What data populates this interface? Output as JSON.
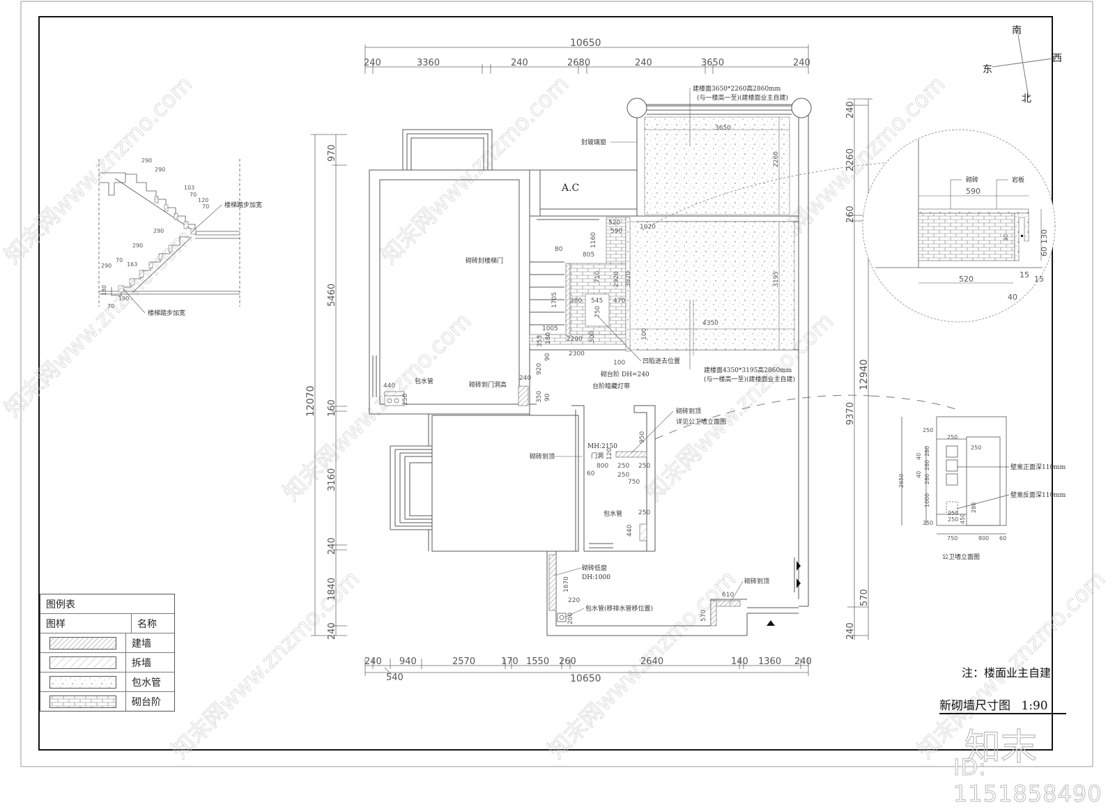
{
  "drawing": {
    "title": "新砌墙尺寸图",
    "scale": "1:90",
    "note": "注：楼面业主自建",
    "watermark_id": "ID: 1151858490",
    "watermark_brand": "知末",
    "watermark_site": "znzmo.com"
  },
  "compass": {
    "south": "南",
    "west": "西",
    "east": "东",
    "north": "北"
  },
  "dimensions": {
    "top_total": "10650",
    "top_segments": [
      "240",
      "3360",
      "240",
      "2680",
      "240",
      "3650",
      "240"
    ],
    "bottom_total": "10650",
    "bottom_segments": [
      "240",
      "940",
      "2570",
      "170",
      "1550",
      "260",
      "2640",
      "140",
      "1360",
      "240"
    ],
    "bottom_extra": "540",
    "left_total": "12070",
    "left_segments": [
      "970",
      "5460",
      "160",
      "3160",
      "240",
      "1840",
      "240"
    ],
    "right_total": "12940",
    "right_segments": [
      "240",
      "2260",
      "260",
      "9370",
      "570",
      "240"
    ]
  },
  "plan_labels": {
    "ac": "A.C",
    "sealed_glass_window": "封玻璃窗",
    "floor_build_1_line1": "建楼面3650*2260高2860mm",
    "floor_build_1_line2": "(与一楼高一至)(建楼面业主自建)",
    "floor_build_2_line1": "建楼面4350*3195高2860mm",
    "floor_build_2_line2": "(与一楼高一至)(建楼面业主自建)",
    "brick_seal_stair_door": "砌砖封楼梯门",
    "recess_position": "凹陷进去位置",
    "brick_step": "砌台阶 DH=240",
    "step_hidden_light": "台阶暗藏灯带",
    "water_pipe_1": "包水管",
    "brick_to_door_height": "砌砖到门洞高",
    "brick_to_top_1": "砌砖到顶",
    "see_bath_elevation": "详见公卫墙立面图",
    "door_opening": "门洞",
    "mh": "MH:2150",
    "brick_to_top_2": "砌砖到顶",
    "water_pipe_2": "包水管",
    "brick_low_window": "砌砖低窗",
    "dh_1000": "DH:1000",
    "water_pipe_moved": "包水管(移排水管移位置)",
    "brick_to_top_3": "砌砖到顶",
    "dims": {
      "d3650": "3650",
      "d2260": "2260",
      "d520": "520",
      "d590": "590",
      "d1020": "1020",
      "d1160": "1160",
      "d80": "80",
      "d805": "805",
      "d710": "710",
      "d2920": "2920",
      "d3020": "3020",
      "d3195": "3195",
      "d1705": "1705",
      "d380": "380",
      "d545": "545",
      "d470": "470",
      "d750": "750",
      "d1005": "1005",
      "d2200": "2200",
      "d300": "300",
      "d355": "355",
      "d180": "180",
      "d2300": "2300",
      "d100a": "100",
      "d100b": "100",
      "d90a": "90",
      "d920": "920",
      "d240": "240",
      "d350": "350",
      "d90b": "90",
      "d4350": "4350",
      "d440a": "440",
      "d250a": "250",
      "d950": "950",
      "d120": "120",
      "d800": "800",
      "d250b": "250",
      "d250c": "250",
      "d250d": "250",
      "d750b": "750",
      "d60": "60",
      "d250e": "250",
      "d440b": "440",
      "d1670": "1670",
      "d220": "220",
      "d200": "200",
      "d610": "610",
      "d570": "570"
    }
  },
  "stair_detail": {
    "label_top": "楼梯踏步加宽",
    "label_bottom": "楼梯踏步加宽",
    "dims": [
      "290",
      "290",
      "103",
      "70",
      "120",
      "70",
      "290",
      "290",
      "290",
      "70",
      "163",
      "180",
      "190",
      "70"
    ]
  },
  "counter_detail": {
    "brick_label": "砌砖",
    "slab_label": "岩板",
    "dims": {
      "w590": "590",
      "h130": "130",
      "h60": "60",
      "w520": "520",
      "w15a": "15",
      "w15b": "15",
      "w40": "40",
      "s30": "30"
    }
  },
  "bath_elevation": {
    "title": "公卫墙立面图",
    "niche_front": "壁龛正面深110mm",
    "niche_back": "壁龛反面深110mm",
    "dims": {
      "h2650": "2650",
      "t250a": "250",
      "t250b": "250",
      "t250c": "250",
      "h280a": "280",
      "h40a": "40",
      "h280b": "280",
      "h40b": "40",
      "h280c": "280",
      "h1000": "1000",
      "b250a": "250",
      "b250b": "250",
      "b250c": "250",
      "h280d": "280",
      "h450": "450",
      "w750": "750",
      "w800": "800",
      "w60": "60"
    }
  },
  "legend": {
    "title": "图例表",
    "col_pattern": "图样",
    "col_name": "名称",
    "items": [
      {
        "name": "建墙",
        "pattern": "dense-hatch"
      },
      {
        "name": "拆墙",
        "pattern": "sparse-hatch"
      },
      {
        "name": "包水管",
        "pattern": "dots"
      },
      {
        "name": "砌台阶",
        "pattern": "brick"
      }
    ]
  }
}
